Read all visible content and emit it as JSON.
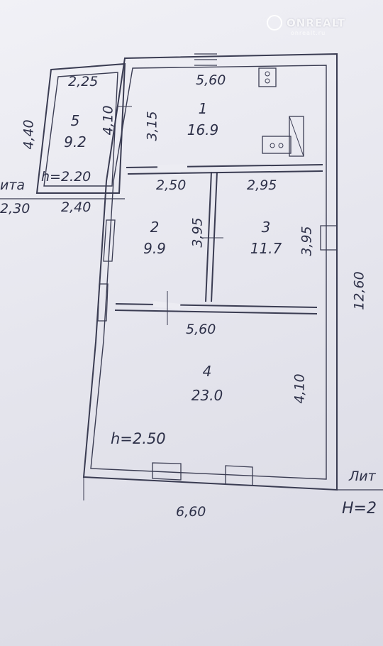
{
  "watermark": {
    "brand": "ONREALT",
    "subtitle": "onrealt.ru"
  },
  "rooms": [
    {
      "num": "1",
      "area": "16.9"
    },
    {
      "num": "2",
      "area": "9.9"
    },
    {
      "num": "3",
      "area": "11.7"
    },
    {
      "num": "4",
      "area": "23.0"
    },
    {
      "num": "5",
      "area": "9.2"
    }
  ],
  "dimensions": {
    "room5_width": "2,25",
    "room5_height_outer": "4,40",
    "room5_height_inner": "4,10",
    "room1_width": "5,60",
    "room1_height": "3,15",
    "room2_width": "2,50",
    "room3_width": "2,95",
    "room2_height": "3,95",
    "room3_height": "3,95",
    "room4_width": "5,60",
    "room4_height": "4,10",
    "overall_length": "12,60",
    "overall_width": "6,60",
    "left_dim_1": "2,30",
    "left_dim_2": "2,40"
  },
  "heights": {
    "annex": "h=2.20",
    "main": "h=2.50"
  },
  "edge_text": {
    "left_word": "ита",
    "right_word": "Лит",
    "right_height": "Н=2"
  },
  "colors": {
    "ink": "#2d3048",
    "paper": "#ececf2"
  }
}
